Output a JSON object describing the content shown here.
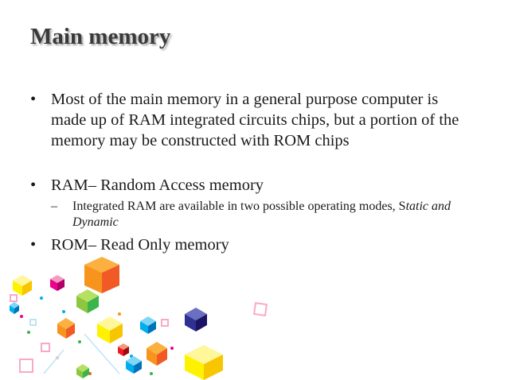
{
  "slide": {
    "title": "Main memory",
    "bullet_mark": "•",
    "sub_mark": "–",
    "bullets": [
      "Most of the main memory in a general purpose computer is made up of RAM integrated circuits chips, but a portion of the memory may be constructed with ROM chips",
      "RAM– Random Access memory",
      "ROM– Read Only memory"
    ],
    "sub_bullet": {
      "lead": "Integrated RAM are available in two possible operating modes, S",
      "italic": "tatic and Dynamic"
    }
  },
  "decoration": {
    "colors": [
      "#f7941d",
      "#8dc63f",
      "#00aeef",
      "#ec008c",
      "#fff200",
      "#2e3192",
      "#f15a24",
      "#39b54a",
      "#f9a8c8",
      "#bfe3f5"
    ]
  }
}
